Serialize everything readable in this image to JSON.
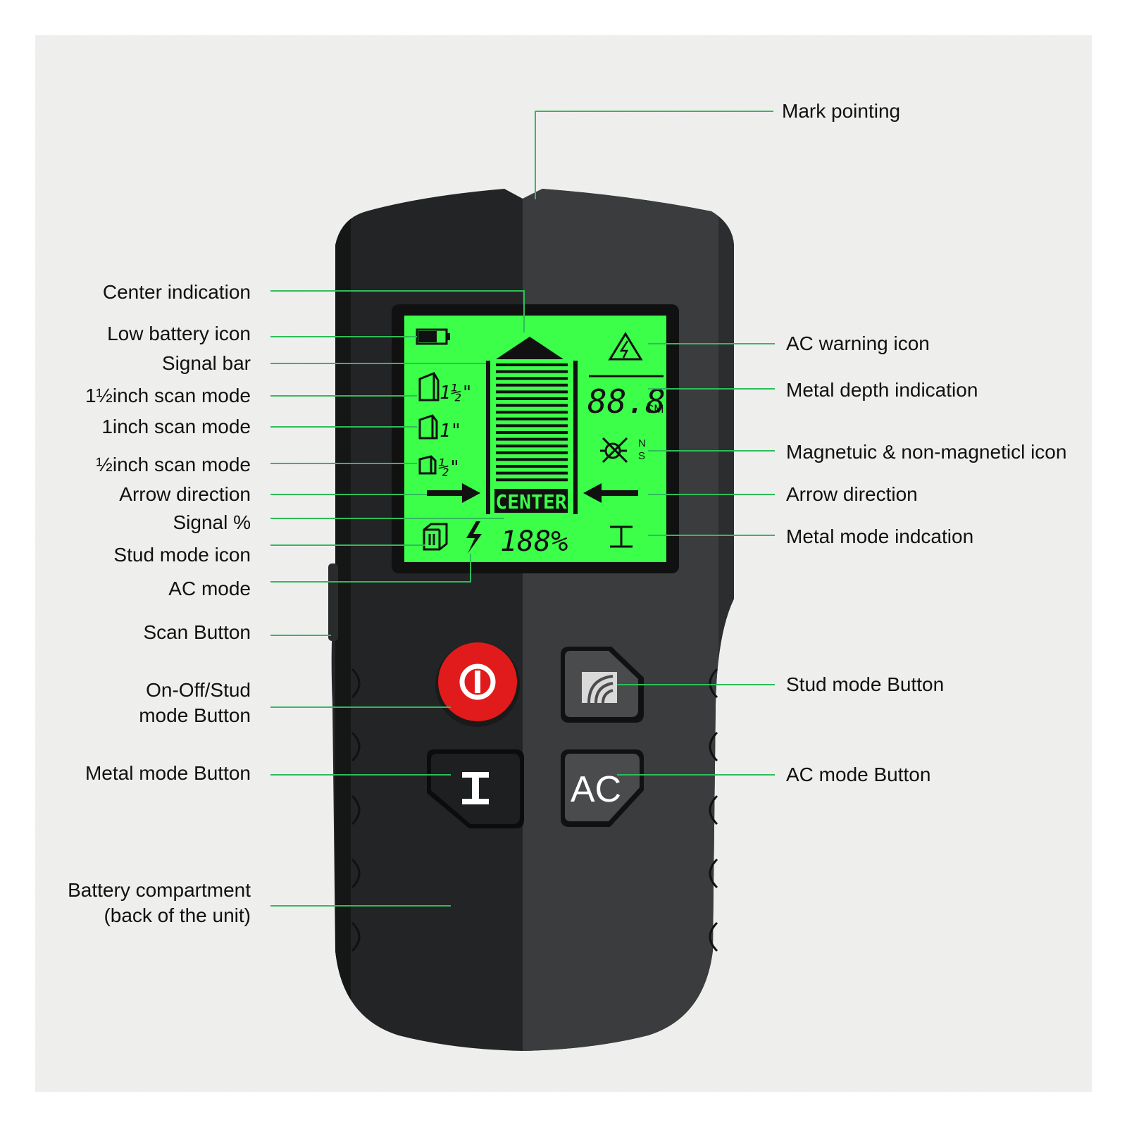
{
  "colors": {
    "leader_line": "#2ebd5a",
    "lcd_green": "#3cff4a",
    "body_dark": "#232425",
    "body_light": "#3b3c3e",
    "power_red": "#e11b1b"
  },
  "device": {
    "lcd": {
      "fraction_1_5": "1½\"",
      "fraction_1": "1\"",
      "fraction_0_5": "½\"",
      "depth_value": "88.8",
      "depth_unit": "CM",
      "center_text": "CENTER",
      "signal_percent": "188%",
      "magnet_n": "N",
      "magnet_s": "S"
    },
    "buttons": {
      "ac_label": "AC"
    }
  },
  "labels": {
    "left": [
      "Center indication",
      "Low battery icon",
      "Signal bar",
      "1½inch scan mode",
      "1inch scan mode",
      "½inch scan mode",
      "Arrow direction",
      "Signal %",
      "Stud mode icon",
      "AC mode",
      "Scan Button",
      "On-Off/Stud",
      "mode Button",
      "Metal mode Button",
      "Battery compartment",
      "(back of the unit)"
    ],
    "right": [
      "Mark pointing",
      "AC warning icon",
      "Metal depth indication",
      "Magnetuic & non-magneticl icon",
      "Arrow direction",
      "Metal mode indcation",
      "Stud mode Button",
      "AC mode Button"
    ]
  }
}
